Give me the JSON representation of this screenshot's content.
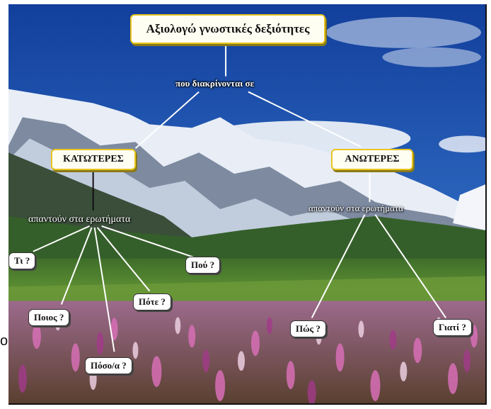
{
  "title": "Αξιολογώ γνωστικές δεξιότητες",
  "connector_top": "που διακρίνονται σε",
  "lower": {
    "label": "ΚΑΤΩΤΕΡΕΣ",
    "connector": "απαντούν στα ερωτήματα",
    "questions": [
      "Τι ?",
      "Ποιος ?",
      "Πόσο/α ?",
      "Πότε ?",
      "Πού ?"
    ]
  },
  "higher": {
    "label": "ΑΝΩΤΕΡΕΣ",
    "connector": "απαντούν στα ερωτήματα",
    "questions": [
      "Πώς ?",
      "Γιατί ?"
    ]
  },
  "edge_mark": "o",
  "colors": {
    "box_border": "#e9c51c",
    "sky": "#1e4fa8",
    "snow": "#eef2f8",
    "meadow": "#4e7d2c",
    "flowers": "#c65aa6",
    "line": "#ffffff"
  }
}
